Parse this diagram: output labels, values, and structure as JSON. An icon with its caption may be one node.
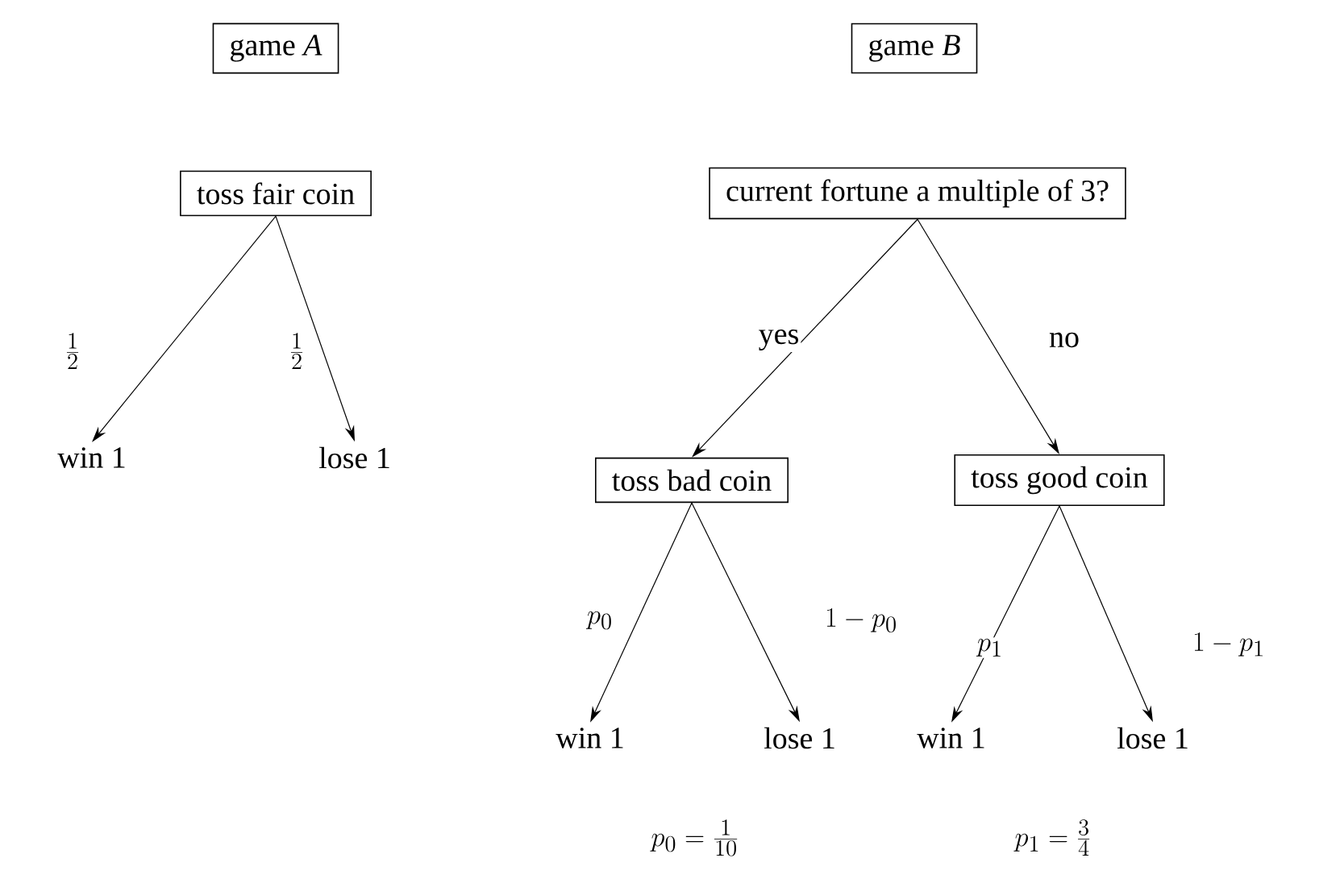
{
  "diagram": {
    "nodes": [
      {
        "text": [
          "game *A*"
        ]
      },
      {
        "text": [
          "game *B*"
        ]
      },
      {
        "text": [
          "toss fair coin"
        ]
      },
      {
        "text": [
          "win 1"
        ]
      },
      {
        "text": [
          "lose 1"
        ]
      },
      {
        "text": [
          "current fortune a multiple of 3?"
        ]
      },
      {
        "text": [
          "toss bad coin"
        ]
      },
      {
        "text": [
          "toss good coin"
        ]
      },
      {
        "text": [
          "win 1"
        ]
      },
      {
        "text": [
          "lose 1"
        ]
      },
      {
        "text": [
          "win 1"
        ]
      },
      {
        "text": [
          "lose 1"
        ]
      }
    ],
    "edges": [
      {
        "from": 2,
        "to": 3,
        "arrow": "to",
        "label": "\\frac{1}{2}"
      },
      {
        "from": 2,
        "to": 4,
        "arrow": "to",
        "label": "\\frac{1}{2}"
      },
      {
        "from": 5,
        "to": 6,
        "arrow": "to",
        "label": "yes"
      },
      {
        "from": 5,
        "to": 7,
        "arrow": "to",
        "label": "no"
      },
      {
        "from": 6,
        "to": 8,
        "arrow": "to",
        "label": "p_0"
      },
      {
        "from": 6,
        "to": 9,
        "arrow": "to",
        "label": "1-p_0"
      },
      {
        "from": 7,
        "to": 10,
        "arrow": "to",
        "label": "p_1"
      },
      {
        "from": 7,
        "to": 11,
        "arrow": "to",
        "label": "1-p_1"
      }
    ],
    "labels": [
      "p_0=\\frac{1}{10}",
      "p_1=\\frac{3}{4}"
    ]
  }
}
